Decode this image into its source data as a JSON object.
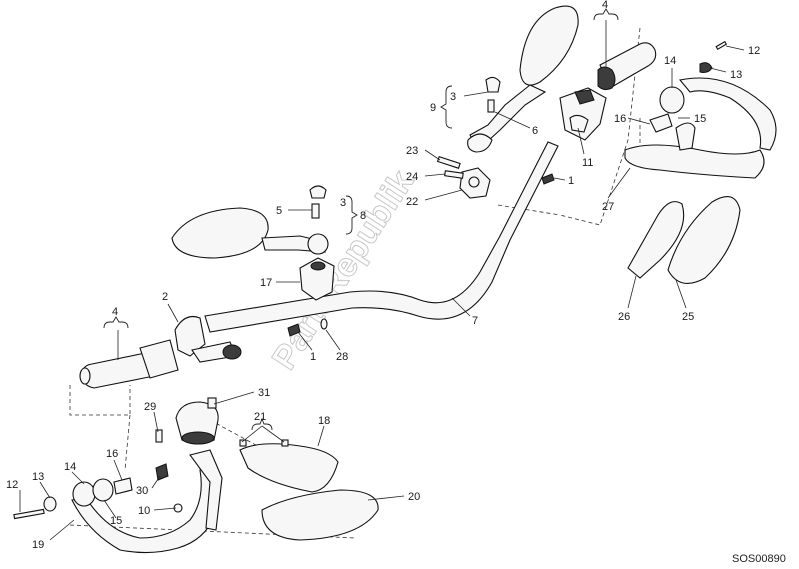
{
  "watermark": "PartsRepublik",
  "drawing_code": "SOS00890",
  "callouts": {
    "c4_top": "4",
    "c12_top": "12",
    "c13_top": "13",
    "c14_top": "14",
    "c3_top": "3",
    "c9": "9",
    "c6": "6",
    "c16_top": "16",
    "c15_top": "15",
    "c23": "23",
    "c24": "24",
    "c11": "11",
    "c1_top": "1",
    "c22": "22",
    "c27": "27",
    "c5": "5",
    "c3_mid": "3",
    "c8": "8",
    "c17": "17",
    "c26": "26",
    "c25": "25",
    "c2": "2",
    "c4_left": "4",
    "c7": "7",
    "c1_mid": "1",
    "c28": "28",
    "c31": "31",
    "c29": "29",
    "c21": "21",
    "c18": "18",
    "c16_bot": "16",
    "c13_bot": "13",
    "c14_bot": "14",
    "c12_bot": "12",
    "c30": "30",
    "c15_bot": "15",
    "c10": "10",
    "c20": "20",
    "c19": "19"
  }
}
